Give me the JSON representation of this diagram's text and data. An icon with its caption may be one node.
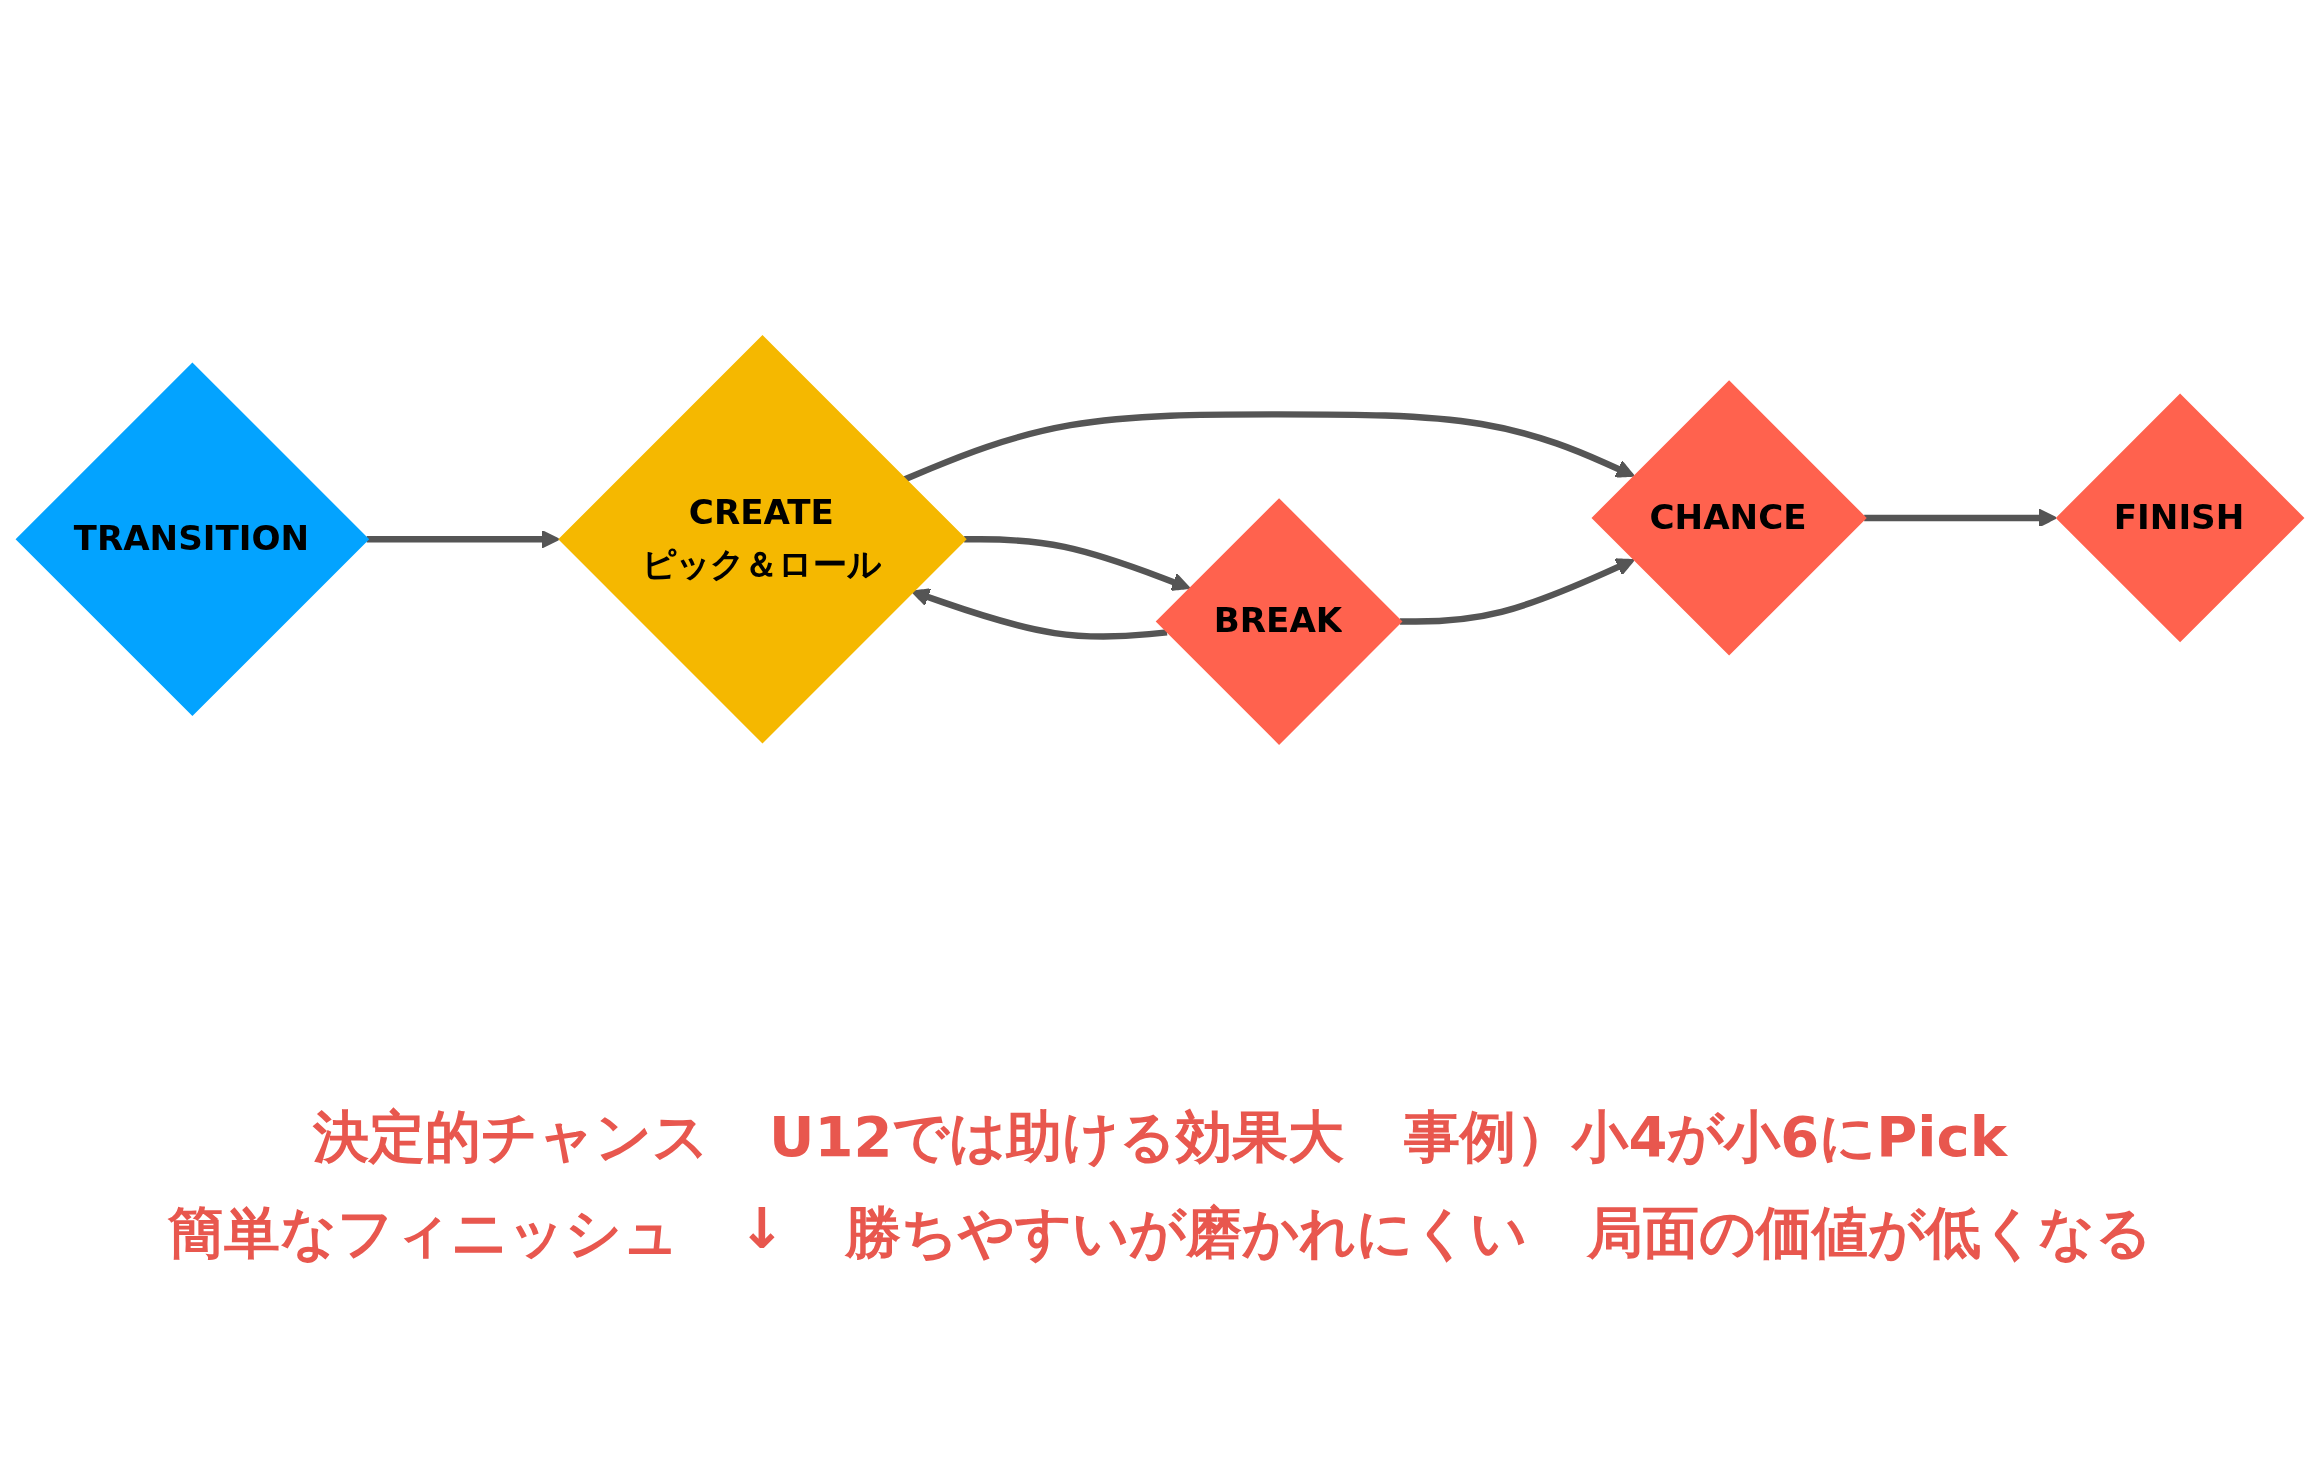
{
  "diagram": {
    "nodes": [
      {
        "text": [
          "TRANSITION"
        ]
      },
      {
        "text": [
          "CREATE",
          "ピック＆ロール"
        ]
      },
      {
        "text": [
          "CHANCE"
        ]
      },
      {
        "text": [
          "FINISH"
        ]
      },
      {
        "text": [
          "BREAK"
        ]
      }
    ],
    "edges": [
      {
        "from": 0,
        "to": 1,
        "arrow": "to"
      },
      {
        "from": 1,
        "to": 2,
        "arrow": "to"
      },
      {
        "from": 2,
        "to": 3,
        "arrow": "to"
      },
      {
        "from": 1,
        "to": 4,
        "arrow": "to"
      },
      {
        "from": 4,
        "to": 1,
        "arrow": "to"
      },
      {
        "from": 4,
        "to": 2,
        "arrow": "to"
      }
    ],
    "labels": [
      "決定的チャンス",
      "U12では助ける効果大",
      "事例）小4が小6にPick",
      "簡単なフィニッシュ",
      "↓",
      "勝ちやすいが磨かれにくい",
      "局面の価値が低くなる"
    ]
  }
}
